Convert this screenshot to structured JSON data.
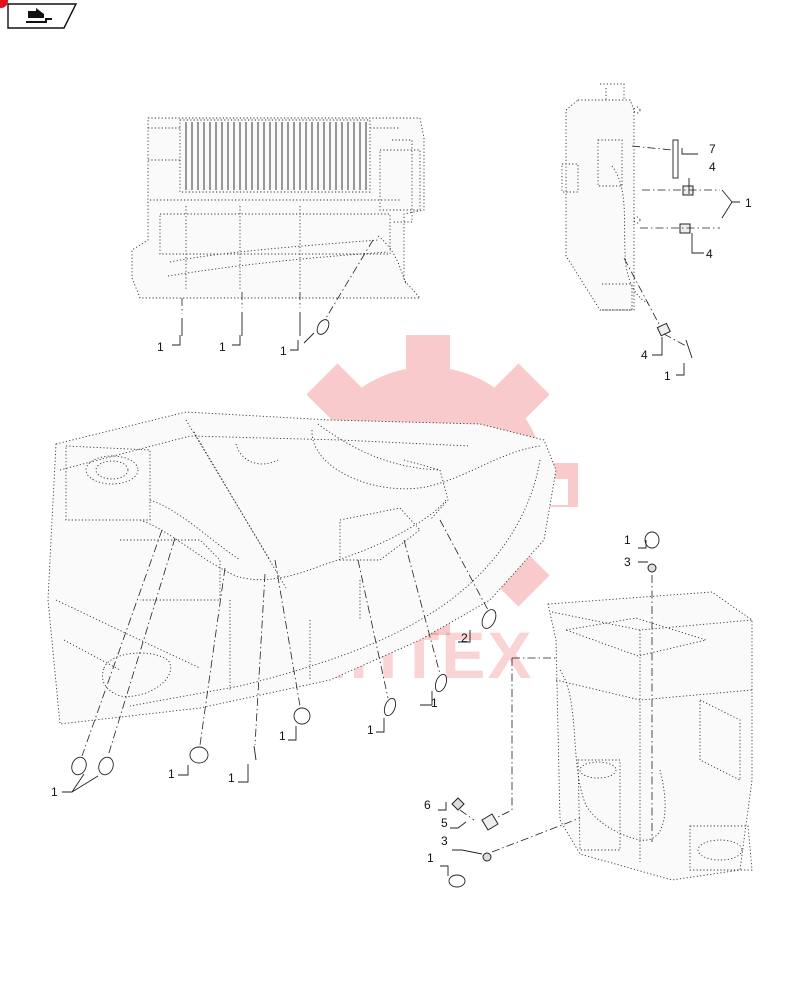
{
  "toolbar": {
    "icon": "back-arrow-icon",
    "accent": "#e0141e"
  },
  "watermark": {
    "text": "ИНТЕХ",
    "color": "#e8141e"
  },
  "callouts": [
    {
      "id": "c-top-1a",
      "label": "1"
    },
    {
      "id": "c-top-1b",
      "label": "1"
    },
    {
      "id": "c-top-1c",
      "label": "1"
    },
    {
      "id": "c-r-7",
      "label": "7"
    },
    {
      "id": "c-r-4a",
      "label": "4"
    },
    {
      "id": "c-r-1",
      "label": "1"
    },
    {
      "id": "c-r-4b",
      "label": "4"
    },
    {
      "id": "c-r-4c",
      "label": "4"
    },
    {
      "id": "c-r-1b",
      "label": "1"
    },
    {
      "id": "c-m-1a",
      "label": "1"
    },
    {
      "id": "c-m-3a",
      "label": "3"
    },
    {
      "id": "c-m-2",
      "label": "2"
    },
    {
      "id": "c-m-1b",
      "label": "1"
    },
    {
      "id": "c-m-1c",
      "label": "1"
    },
    {
      "id": "c-m-1d",
      "label": "1"
    },
    {
      "id": "c-m-1e",
      "label": "1"
    },
    {
      "id": "c-m-1f",
      "label": "1"
    },
    {
      "id": "c-m-1g",
      "label": "1"
    },
    {
      "id": "c-b-6",
      "label": "6"
    },
    {
      "id": "c-b-5",
      "label": "5"
    },
    {
      "id": "c-b-3",
      "label": "3"
    },
    {
      "id": "c-b-1",
      "label": "1"
    }
  ]
}
